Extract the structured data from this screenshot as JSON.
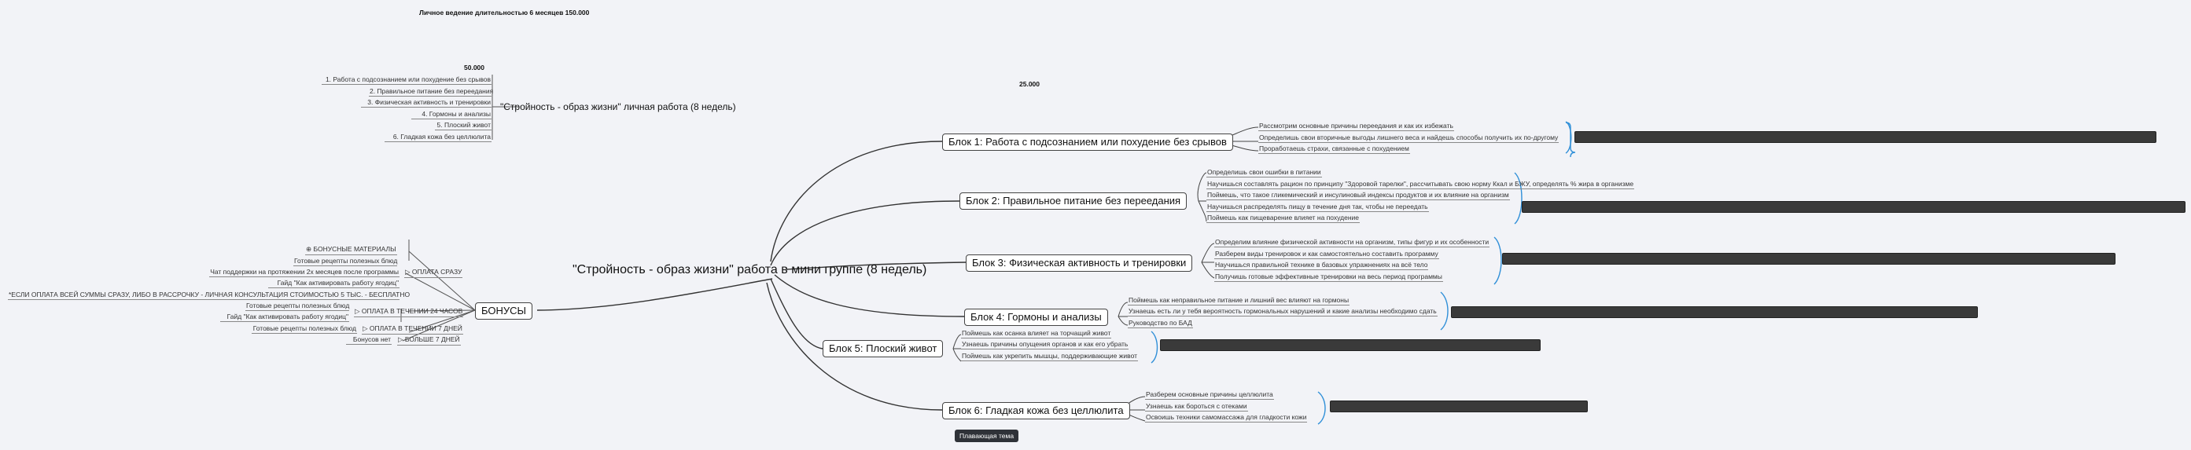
{
  "header_title": "Личное ведение длительностью 6 месяцев 150.000",
  "personal": {
    "price": "50.000",
    "title": "\"Стройность - образ жизни\" личная работа  (8 недель)",
    "items": [
      "1. Работа с подсознанием или похудение без срывов",
      "2. Правильное питание без переедания",
      "3. Физическая активность и тренировки",
      "4. Гормоны и анализы",
      "5. Плоский живот",
      "6. Гладкая кожа без целлюлита"
    ]
  },
  "group_price": "25.000",
  "root": "\"Стройность - образ жизни\" работа в мини группе (8 недель)",
  "blocks": [
    {
      "title": "Блок 1: Работа с подсознанием или похудение без срывов",
      "items": [
        "Рассмотрим основные причины переедания и как их избежать",
        "Определишь свои вторичные выгоды лишнего веса и найдешь способы получить их по-другому",
        "Проработаешь страхи, связанные с похудением"
      ]
    },
    {
      "title": "Блок 2: Правильное питание без переедания",
      "items": [
        "Определишь свои ошибки в питании",
        "Научишься составлять рацион по принципу \"Здоровой тарелки\", рассчитывать свою норму Ккал и БЖУ, определять % жира в организме",
        "Поймешь, что такое гликемический и инсулиновый индексы продуктов и их влияние на организм",
        "Научишься распределять пищу в течение дня так, чтобы не переедать",
        "Поймешь как пищеварение влияет на похудение"
      ]
    },
    {
      "title": "Блок 3: Физическая активность и тренировки",
      "items": [
        "Определим влияние физической активности на организм, типы фигур и их особенности",
        "Разберем виды тренировок и как самостоятельно составить программу",
        "Научишься правильной технике в базовых упражнениях на всё тело",
        "Получишь готовые эффективные тренировки на весь период программы"
      ]
    },
    {
      "title": "Блок 4: Гормоны и анализы",
      "items": [
        "Поймешь как неправильное питание и лишний вес влияют на гормоны",
        "Узнаешь есть ли  у тебя вероятность гормональных нарушений и какие анализы необходимо сдать",
        "Руководство по БАД"
      ]
    },
    {
      "title": "Блок 5: Плоский живот",
      "items": [
        "Поймешь как осанка влияет на торчащий живот",
        "Узнаешь причины опущения органов и как его убрать",
        "Поймешь как укрепить мышцы, поддерживающие живот"
      ]
    },
    {
      "title": "Блок 6: Гладкая кожа без целлюлита",
      "items": [
        "Разберем основные причины целлюлита",
        "Узнаешь как бороться с отеками",
        "Освоишь техники самомассажа для гладкости кожи"
      ]
    }
  ],
  "bonuses": {
    "title": "БОНУСЫ",
    "materials_label": "БОНУСНЫЕ  МАТЕРИАЛЫ",
    "materials_item": "Готовые рецепты полезных блюд",
    "pay_now": {
      "label": "ОПЛАТА СРАЗУ",
      "items": [
        "Чат поддержки на протяжении 2х месяцев после программы",
        "Гайд \"Как активировать работу ягодиц\"",
        "*ЕСЛИ ОПЛАТА ВСЕЙ СУММЫ СРАЗУ, ЛИБО В РАССРОЧКУ - ЛИЧНАЯ КОНСУЛЬТАЦИЯ  СТОИМОСТЬЮ 5 ТЫС. - БЕСПЛАТНО"
      ]
    },
    "pay_24h": {
      "label": "ОПЛАТА В ТЕЧЕНИИ 24 ЧАСОВ",
      "items": [
        "Готовые рецепты полезных блюд",
        "Гайд \"Как активировать работу ягодиц\""
      ]
    },
    "pay_7d": {
      "label": "ОПЛАТА В ТЕЧЕНИИ 7 ДНЕЙ",
      "items": [
        "Готовые рецепты полезных блюд"
      ]
    },
    "pay_more": {
      "label": "БОЛЬШЕ 7 ДНЕЙ",
      "items": [
        "Бонусов нет"
      ]
    }
  },
  "floating_button": "Плавающая тема",
  "colors": {
    "background": "#f2f3f7",
    "bracket": "#2f8fd8",
    "redacted": "#3a3a3a"
  }
}
